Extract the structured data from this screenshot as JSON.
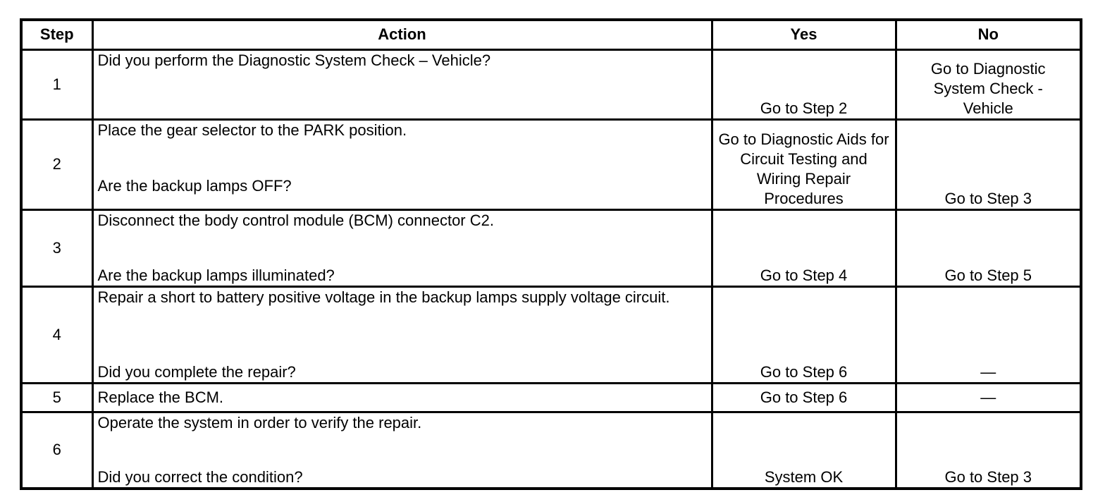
{
  "headers": {
    "step": "Step",
    "action": "Action",
    "yes": "Yes",
    "no": "No"
  },
  "rows": [
    {
      "step": "1",
      "action": [
        "Did you perform the Diagnostic System Check – Vehicle?",
        ""
      ],
      "yes": "Go to Step 2",
      "no": "Go to Diagnostic System Check - Vehicle"
    },
    {
      "step": "2",
      "action": [
        "Place the gear selector to the PARK position.",
        "Are the backup lamps OFF?"
      ],
      "yes": "Go to Diagnostic Aids for Circuit Testing and Wiring Repair Procedures",
      "no": "Go to Step 3"
    },
    {
      "step": "3",
      "action": [
        "Disconnect the body control module (BCM) connector C2.",
        "Are the backup lamps illuminated?"
      ],
      "yes": "Go to Step 4",
      "no": "Go to Step 5"
    },
    {
      "step": "4",
      "action": [
        "Repair a short to battery positive voltage in the backup lamps supply voltage circuit.",
        "Did you complete the repair?"
      ],
      "yes": "Go to Step 6",
      "no": "—"
    },
    {
      "step": "5",
      "action": [
        "Replace the BCM."
      ],
      "yes": "Go to Step 6",
      "no": "—"
    },
    {
      "step": "6",
      "action": [
        "Operate the system in order to verify the repair.",
        "Did you correct the condition?"
      ],
      "yes": "System OK",
      "no": "Go to Step 3"
    }
  ]
}
